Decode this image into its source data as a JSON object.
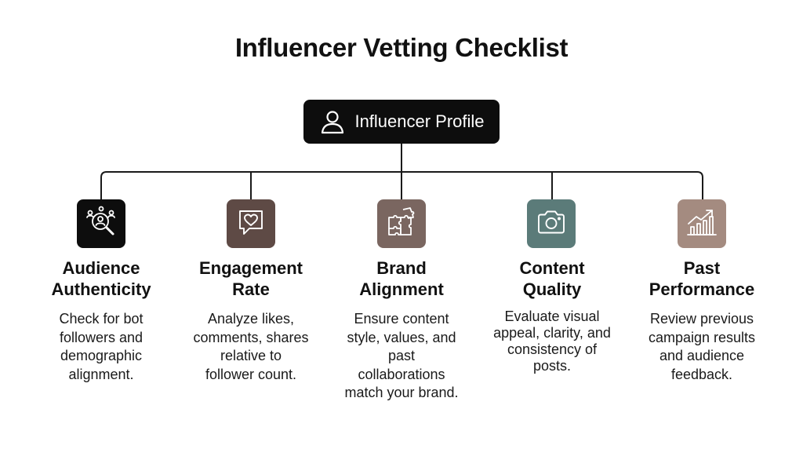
{
  "title": "Influencer Vetting Checklist",
  "root": {
    "label": "Influencer Profile",
    "icon": "user-icon"
  },
  "colors": {
    "root_bg": "#0d0d0d",
    "connector": "#1a1a1a",
    "audience": "#0d0d0d",
    "engagement": "#5e4a45",
    "brand": "#7a6660",
    "content": "#5b7b79",
    "performance": "#a48b80"
  },
  "items": [
    {
      "title_line1": "Audience",
      "title_line2": "Authenticity",
      "desc_lines": [
        "Check for bot",
        "followers and",
        "demographic",
        "alignment."
      ],
      "icon": "audience-search-icon"
    },
    {
      "title_line1": "Engagement",
      "title_line2": "Rate",
      "desc_lines": [
        "Analyze likes,",
        "comments, shares",
        "relative to",
        "follower count."
      ],
      "icon": "heart-chat-icon"
    },
    {
      "title_line1": "Brand",
      "title_line2": "Alignment",
      "desc_lines": [
        "Ensure content",
        "style, values, and",
        "past",
        "collaborations",
        "match your brand."
      ],
      "icon": "puzzle-icon"
    },
    {
      "title_line1": "Content",
      "title_line2": "Quality",
      "desc_lines": [
        "Evaluate visual",
        "appeal, clarity, and",
        "consistency of",
        "posts."
      ],
      "icon": "camera-icon"
    },
    {
      "title_line1": "Past",
      "title_line2": "Performance",
      "desc_lines": [
        "Review previous",
        "campaign results",
        "and audience",
        "feedback."
      ],
      "icon": "growth-chart-icon"
    }
  ]
}
